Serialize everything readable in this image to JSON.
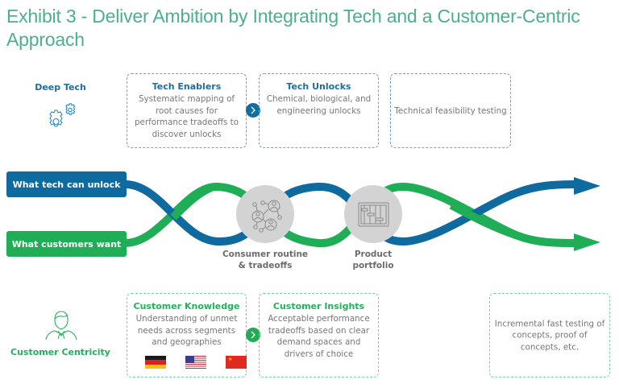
{
  "title": "Exhibit 3 - Deliver Ambition by Integrating Tech and a Customer-Centric Approach",
  "colors": {
    "title": "#4caf8e",
    "tech_blue": "#0f6aa0",
    "customer_green": "#1fae56",
    "node_gray": "#d3d3d3",
    "body_text": "#777777"
  },
  "deep_tech": {
    "label": "Deep Tech",
    "icon": "gears-icon",
    "boxes": [
      {
        "title": "Tech Enablers",
        "text": "Systematic mapping of root causes for performance tradeoffs to discover unlocks"
      },
      {
        "title": "Tech Unlocks",
        "text": "Chemical, biological, and engineering unlocks"
      },
      {
        "title": "",
        "text": "Technical feasibility testing"
      }
    ]
  },
  "flow": {
    "tech_label": "What tech can unlock",
    "customer_label": "What customers want",
    "nodes": [
      {
        "label_line1": "Consumer routine",
        "label_line2": "& tradeoffs",
        "icon": "network-people-icon"
      },
      {
        "label_line1": "Product",
        "label_line2": "portfolio",
        "icon": "sliders-panel-icon"
      }
    ]
  },
  "customer_centricity": {
    "label": "Customer Centricity",
    "icon": "person-icon",
    "boxes": [
      {
        "title": "Customer Knowledge",
        "text": "Understanding of unmet needs across segments and geographies",
        "flags": [
          "Germany",
          "United States",
          "China"
        ]
      },
      {
        "title": "Customer Insights",
        "text": "Acceptable performance tradeoffs based on clear demand spaces and drivers of choice"
      },
      {
        "title": "",
        "text": "Incremental fast testing of concepts, proof of concepts, etc."
      }
    ]
  }
}
